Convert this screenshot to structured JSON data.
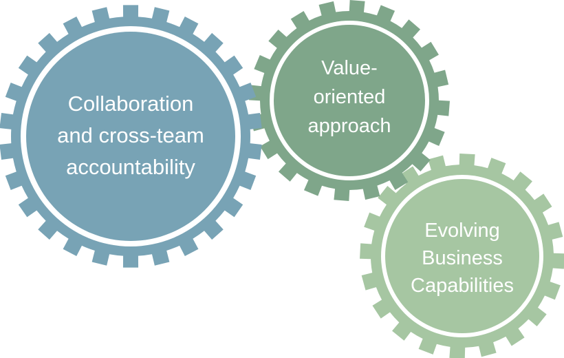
{
  "diagram": {
    "type": "interlocking-gears",
    "gears": [
      {
        "id": "collaboration",
        "lines": [
          "Collaboration",
          "and cross-team",
          "accountability"
        ],
        "color": "#78a3b5",
        "teeth": 26
      },
      {
        "id": "value",
        "lines": [
          "Value-",
          "oriented",
          "approach"
        ],
        "color": "#7fa68a",
        "teeth": 20
      },
      {
        "id": "evolving",
        "lines": [
          "Evolving",
          "Business",
          "Capabilities"
        ],
        "color": "#a6c6a2",
        "teeth": 20
      }
    ]
  }
}
